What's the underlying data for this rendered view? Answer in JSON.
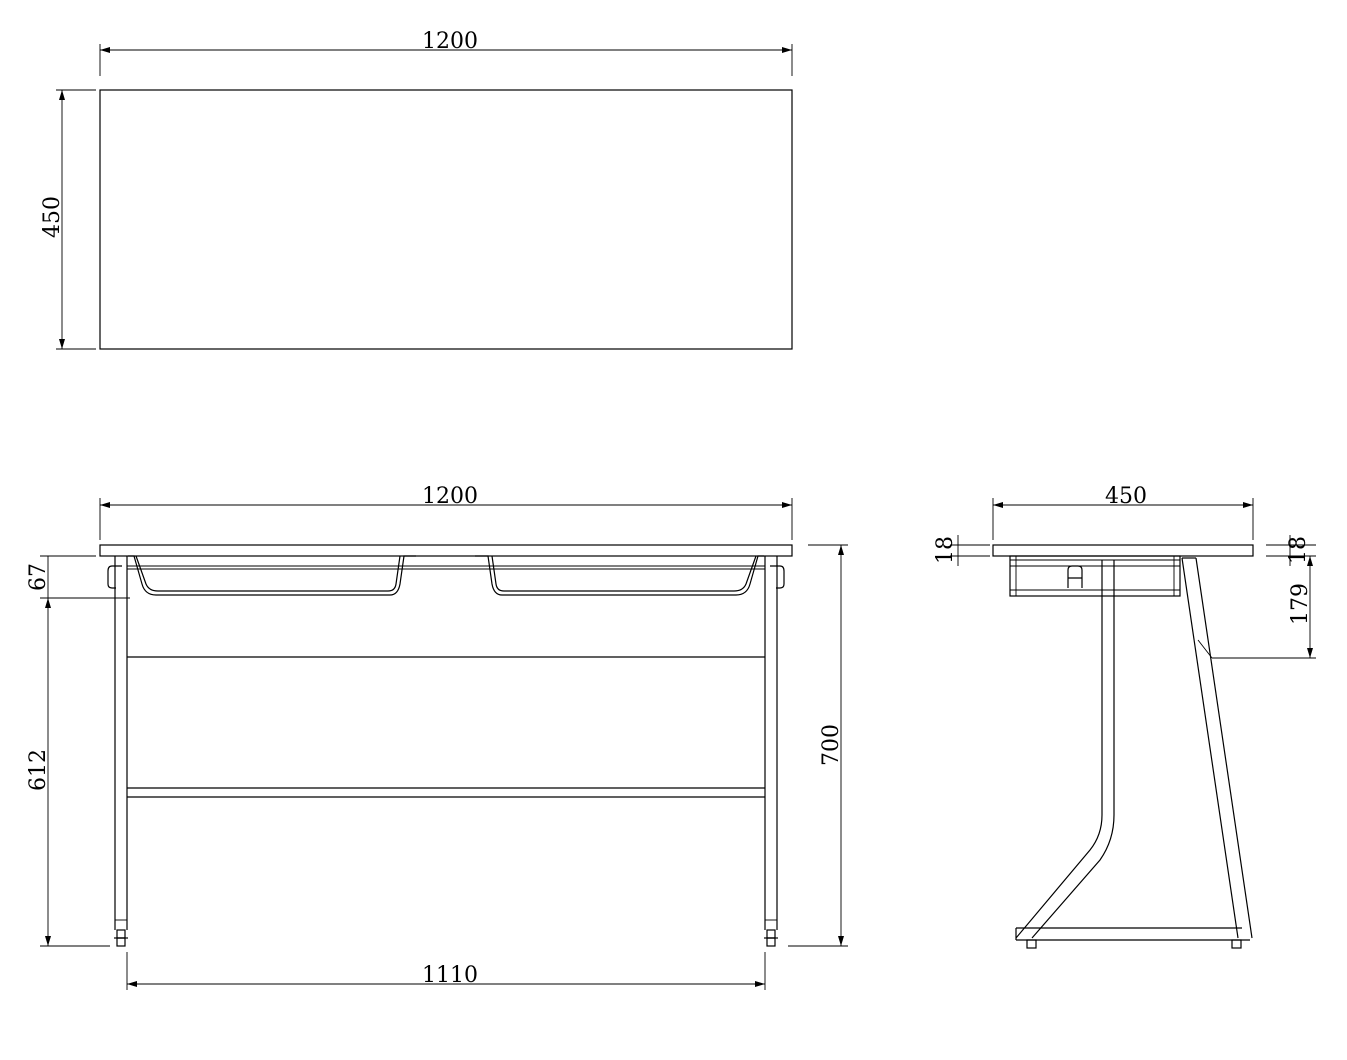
{
  "top_view": {
    "width_dim": "1200",
    "depth_dim": "450"
  },
  "front_view": {
    "width_dim": "1200",
    "drawer_depth_dim": "67",
    "leg_height_dim": "612",
    "total_height_dim": "700",
    "leg_span_dim": "1110"
  },
  "side_view": {
    "depth_dim": "450",
    "top_thickness_left_dim": "18",
    "top_thickness_right_dim": "18",
    "leg_offset_dim": "179"
  }
}
